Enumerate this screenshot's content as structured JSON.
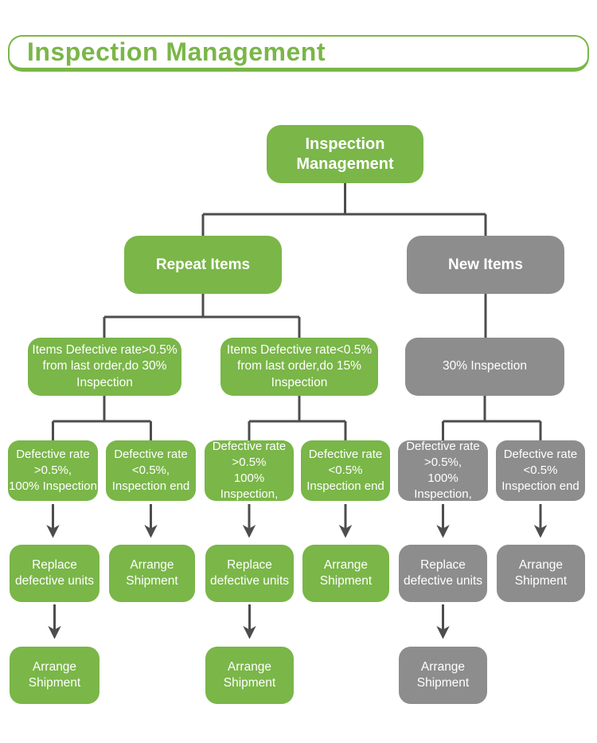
{
  "header": {
    "title": "Inspection Management"
  },
  "colors": {
    "green": "#7ab648",
    "gray": "#8d8d8d",
    "connector": "#4d4d4d",
    "node_text": "#ffffff",
    "background": "#ffffff"
  },
  "flowchart": {
    "root": {
      "label": "Inspection\nManagement"
    },
    "level2": [
      {
        "label": "Repeat Items"
      },
      {
        "label": "New Items"
      }
    ],
    "level3": [
      {
        "label": "Items Defective rate>0.5%\nfrom last order,do 30%\nInspection"
      },
      {
        "label": "Items Defective rate<0.5%\nfrom last order,do 15%\nInspection"
      },
      {
        "label": "30% Inspection"
      }
    ],
    "level4": [
      {
        "label": "Defective rate\n>0.5%,\n100% Inspection"
      },
      {
        "label": "Defective rate\n<0.5%,\nInspection end"
      },
      {
        "label": "Defective rate\n>0.5%\n100% Inspection,"
      },
      {
        "label": "Defective rate\n<0.5%\nInspection end"
      },
      {
        "label": "Defective rate\n>0.5%,\n100% Inspection,"
      },
      {
        "label": "Defective rate\n<0.5%\nInspection end"
      }
    ],
    "level5": [
      {
        "label": "Replace\ndefective units"
      },
      {
        "label": "Arrange\nShipment"
      },
      {
        "label": "Replace\ndefective units"
      },
      {
        "label": "Arrange\nShipment"
      },
      {
        "label": "Replace\ndefective units"
      },
      {
        "label": "Arrange\nShipment"
      }
    ],
    "level6": [
      {
        "label": "Arrange\nShipment"
      },
      {
        "label": "Arrange\nShipment"
      },
      {
        "label": "Arrange\nShipment"
      }
    ]
  }
}
